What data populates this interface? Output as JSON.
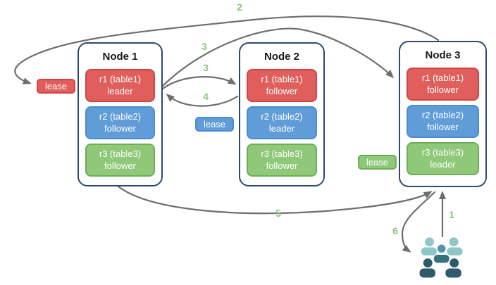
{
  "nodes": [
    {
      "title": "Node 1",
      "replicas": [
        {
          "name": "r1 (table1)",
          "role": "leader",
          "color": "red"
        },
        {
          "name": "r2 (table2)",
          "role": "follower",
          "color": "blue"
        },
        {
          "name": "r3 (table3)",
          "role": "follower",
          "color": "green"
        }
      ]
    },
    {
      "title": "Node 2",
      "replicas": [
        {
          "name": "r1 (table1)",
          "role": "follower",
          "color": "red"
        },
        {
          "name": "r2 (table2)",
          "role": "leader",
          "color": "blue"
        },
        {
          "name": "r3 (table3)",
          "role": "follower",
          "color": "green"
        }
      ]
    },
    {
      "title": "Node 3",
      "replicas": [
        {
          "name": "r1 (table1)",
          "role": "follower",
          "color": "red"
        },
        {
          "name": "r2 (table2)",
          "role": "follower",
          "color": "blue"
        },
        {
          "name": "r3 (table3)",
          "role": "leader",
          "color": "green"
        }
      ]
    }
  ],
  "leases": [
    {
      "label": "lease",
      "color": "red"
    },
    {
      "label": "lease",
      "color": "blue"
    },
    {
      "label": "lease",
      "color": "green"
    }
  ],
  "step_labels": [
    "2",
    "3",
    "3",
    "4",
    "5",
    "1",
    "6"
  ],
  "icons": {
    "clients": "clients-group-icon"
  },
  "colors": {
    "red-fill": "#e05e5c",
    "red-border": "#d24543",
    "blue-fill": "#609cd8",
    "blue-border": "#4a8ed2",
    "green-fill": "#8ec878",
    "green-border": "#6fae57",
    "node-border": "#2c4a6e",
    "arrow-color": "#6e6e6e",
    "num-color": "#8dc57b",
    "title-color": "#1a1a1a",
    "client-light": "#8fc7c7",
    "client-medium": "#4f97a5",
    "client-meddark": "#3a7181",
    "client-dark": "#2d5b6b"
  }
}
